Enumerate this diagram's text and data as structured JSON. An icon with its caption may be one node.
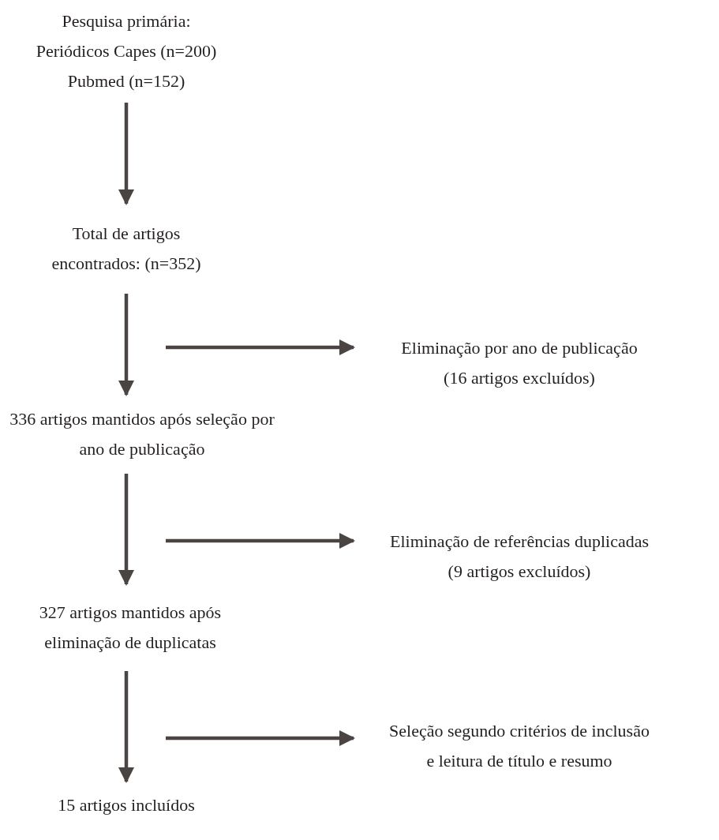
{
  "diagram": {
    "nodes": [
      {
        "text": [
          "Pesquisa primária:",
          "Periódicos Capes (n=200)",
          "Pubmed (n=152)"
        ]
      },
      {
        "text": [
          "Total de artigos encontrados: (n=352)"
        ]
      },
      {
        "text": [
          "Eliminação por ano de publicação",
          "(16 artigos excluídos)"
        ]
      },
      {
        "text": [
          "336 artigos mantidos após seleção por ano de publicação"
        ]
      },
      {
        "text": [
          "Eliminação de referências duplicadas",
          "(9 artigos excluídos)"
        ]
      },
      {
        "text": [
          "327 artigos mantidos após eliminação de duplicatas"
        ]
      },
      {
        "text": [
          "Seleção segundo critérios de inclusão e leitura de título e resumo"
        ]
      },
      {
        "text": [
          "15 artigos incluídos"
        ]
      }
    ],
    "edges": [
      {
        "from": 0,
        "to": 1,
        "arrow": "to"
      },
      {
        "from": 1,
        "to": 3,
        "arrow": "to"
      },
      {
        "from": null,
        "to": 2,
        "arrow": "to"
      },
      {
        "from": 3,
        "to": 5,
        "arrow": "to"
      },
      {
        "from": null,
        "to": 4,
        "arrow": "to"
      },
      {
        "from": 5,
        "to": 7,
        "arrow": "to"
      },
      {
        "from": null,
        "to": 6,
        "arrow": "to"
      }
    ]
  }
}
